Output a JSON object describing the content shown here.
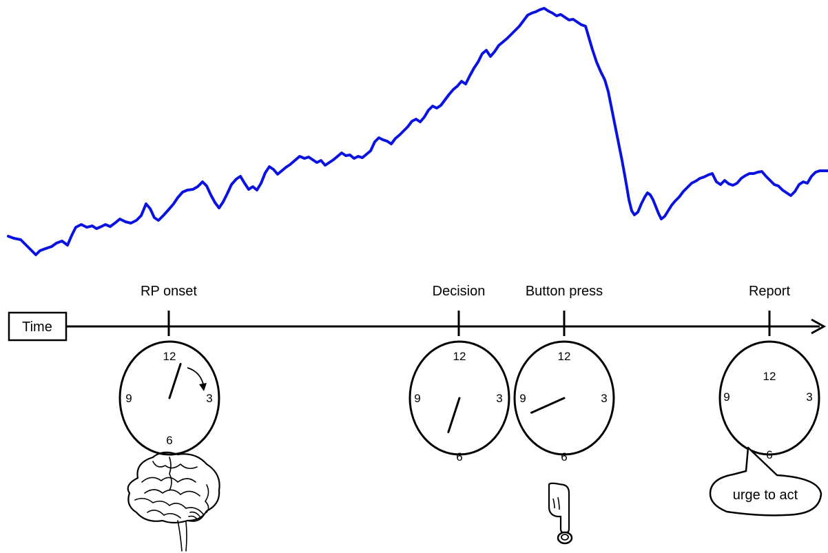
{
  "signal": {
    "color": "#0a12e0",
    "points": [
      [
        12,
        343
      ],
      [
        20,
        346
      ],
      [
        30,
        348
      ],
      [
        38,
        356
      ],
      [
        45,
        363
      ],
      [
        52,
        370
      ],
      [
        58,
        364
      ],
      [
        66,
        361
      ],
      [
        75,
        358
      ],
      [
        82,
        353
      ],
      [
        90,
        350
      ],
      [
        98,
        356
      ],
      [
        104,
        342
      ],
      [
        110,
        330
      ],
      [
        118,
        326
      ],
      [
        126,
        330
      ],
      [
        134,
        328
      ],
      [
        140,
        332
      ],
      [
        147,
        329
      ],
      [
        153,
        326
      ],
      [
        160,
        329
      ],
      [
        168,
        323
      ],
      [
        174,
        318
      ],
      [
        182,
        322
      ],
      [
        190,
        324
      ],
      [
        198,
        320
      ],
      [
        205,
        313
      ],
      [
        212,
        296
      ],
      [
        218,
        303
      ],
      [
        224,
        316
      ],
      [
        230,
        320
      ],
      [
        238,
        312
      ],
      [
        246,
        303
      ],
      [
        252,
        296
      ],
      [
        258,
        287
      ],
      [
        265,
        279
      ],
      [
        272,
        276
      ],
      [
        280,
        275
      ],
      [
        287,
        271
      ],
      [
        294,
        264
      ],
      [
        300,
        270
      ],
      [
        306,
        283
      ],
      [
        312,
        294
      ],
      [
        318,
        302
      ],
      [
        324,
        293
      ],
      [
        330,
        281
      ],
      [
        336,
        268
      ],
      [
        343,
        260
      ],
      [
        349,
        256
      ],
      [
        355,
        266
      ],
      [
        361,
        275
      ],
      [
        367,
        271
      ],
      [
        373,
        276
      ],
      [
        379,
        266
      ],
      [
        385,
        251
      ],
      [
        391,
        242
      ],
      [
        397,
        246
      ],
      [
        403,
        253
      ],
      [
        409,
        248
      ],
      [
        415,
        243
      ],
      [
        421,
        239
      ],
      [
        428,
        233
      ],
      [
        435,
        227
      ],
      [
        442,
        230
      ],
      [
        448,
        228
      ],
      [
        454,
        232
      ],
      [
        460,
        236
      ],
      [
        466,
        233
      ],
      [
        472,
        240
      ],
      [
        478,
        236
      ],
      [
        484,
        232
      ],
      [
        490,
        227
      ],
      [
        496,
        222
      ],
      [
        502,
        226
      ],
      [
        508,
        225
      ],
      [
        514,
        230
      ],
      [
        520,
        227
      ],
      [
        526,
        229
      ],
      [
        532,
        224
      ],
      [
        538,
        219
      ],
      [
        544,
        206
      ],
      [
        550,
        200
      ],
      [
        556,
        203
      ],
      [
        562,
        205
      ],
      [
        568,
        209
      ],
      [
        574,
        201
      ],
      [
        580,
        196
      ],
      [
        586,
        190
      ],
      [
        592,
        184
      ],
      [
        598,
        176
      ],
      [
        604,
        173
      ],
      [
        610,
        177
      ],
      [
        616,
        170
      ],
      [
        622,
        160
      ],
      [
        628,
        154
      ],
      [
        634,
        157
      ],
      [
        640,
        153
      ],
      [
        646,
        145
      ],
      [
        652,
        137
      ],
      [
        658,
        130
      ],
      [
        664,
        125
      ],
      [
        670,
        118
      ],
      [
        676,
        122
      ],
      [
        682,
        110
      ],
      [
        688,
        99
      ],
      [
        694,
        90
      ],
      [
        700,
        78
      ],
      [
        706,
        73
      ],
      [
        712,
        82
      ],
      [
        718,
        75
      ],
      [
        724,
        66
      ],
      [
        730,
        61
      ],
      [
        736,
        56
      ],
      [
        742,
        50
      ],
      [
        748,
        44
      ],
      [
        754,
        38
      ],
      [
        760,
        30
      ],
      [
        766,
        22
      ],
      [
        772,
        19
      ],
      [
        778,
        17
      ],
      [
        784,
        14
      ],
      [
        790,
        12
      ],
      [
        796,
        16
      ],
      [
        802,
        19
      ],
      [
        808,
        23
      ],
      [
        814,
        21
      ],
      [
        820,
        25
      ],
      [
        826,
        29
      ],
      [
        832,
        28
      ],
      [
        838,
        32
      ],
      [
        844,
        36
      ],
      [
        850,
        38
      ],
      [
        855,
        55
      ],
      [
        860,
        72
      ],
      [
        866,
        90
      ],
      [
        872,
        104
      ],
      [
        878,
        116
      ],
      [
        883,
        133
      ],
      [
        887,
        153
      ],
      [
        891,
        173
      ],
      [
        895,
        193
      ],
      [
        899,
        213
      ],
      [
        903,
        233
      ],
      [
        907,
        255
      ],
      [
        910,
        272
      ],
      [
        913,
        290
      ],
      [
        917,
        306
      ],
      [
        921,
        312
      ],
      [
        926,
        308
      ],
      [
        931,
        296
      ],
      [
        936,
        286
      ],
      [
        940,
        280
      ],
      [
        944,
        283
      ],
      [
        948,
        290
      ],
      [
        952,
        300
      ],
      [
        956,
        310
      ],
      [
        960,
        318
      ],
      [
        965,
        314
      ],
      [
        970,
        306
      ],
      [
        975,
        298
      ],
      [
        980,
        292
      ],
      [
        986,
        286
      ],
      [
        992,
        278
      ],
      [
        998,
        272
      ],
      [
        1004,
        266
      ],
      [
        1010,
        263
      ],
      [
        1016,
        259
      ],
      [
        1022,
        257
      ],
      [
        1028,
        254
      ],
      [
        1034,
        252
      ],
      [
        1040,
        264
      ],
      [
        1046,
        268
      ],
      [
        1052,
        262
      ],
      [
        1058,
        267
      ],
      [
        1064,
        269
      ],
      [
        1070,
        266
      ],
      [
        1076,
        259
      ],
      [
        1082,
        255
      ],
      [
        1088,
        252
      ],
      [
        1094,
        252
      ],
      [
        1100,
        250
      ],
      [
        1106,
        249
      ],
      [
        1112,
        256
      ],
      [
        1118,
        262
      ],
      [
        1124,
        268
      ],
      [
        1130,
        270
      ],
      [
        1136,
        276
      ],
      [
        1142,
        280
      ],
      [
        1148,
        284
      ],
      [
        1154,
        278
      ],
      [
        1160,
        268
      ],
      [
        1166,
        264
      ],
      [
        1172,
        266
      ],
      [
        1178,
        256
      ],
      [
        1184,
        250
      ],
      [
        1190,
        248
      ],
      [
        1196,
        248
      ],
      [
        1202,
        248
      ]
    ]
  },
  "timeline": {
    "box_label": "Time",
    "events": [
      {
        "label": "RP onset"
      },
      {
        "label": "Decision"
      },
      {
        "label": "Button press"
      },
      {
        "label": "Report"
      }
    ]
  },
  "clocks": {
    "numerals": {
      "top": "12",
      "right": "3",
      "bottom": "6",
      "left": "9"
    },
    "hand_minutes": [
      3,
      33,
      41,
      null
    ]
  },
  "speech_bubble": {
    "text": "urge to act"
  },
  "icons": {
    "brain": "brain-icon",
    "finger": "pointing-finger-icon"
  }
}
